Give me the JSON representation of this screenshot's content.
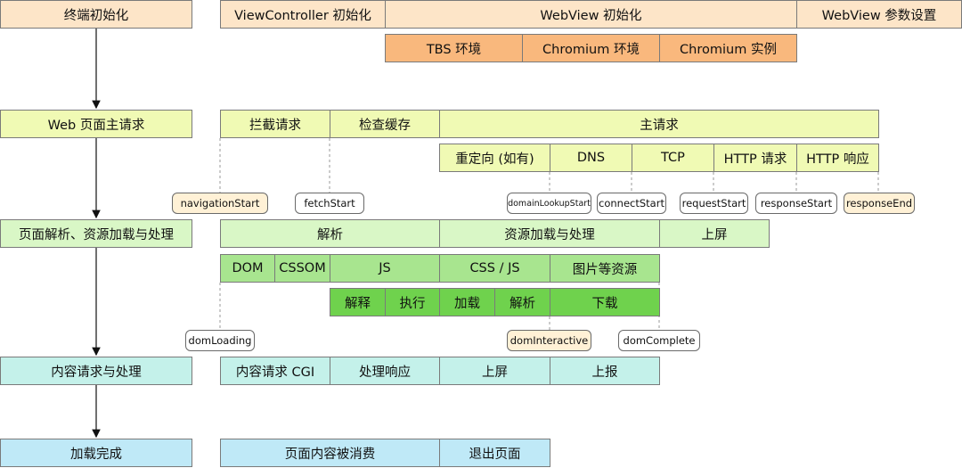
{
  "colors": {
    "orange": "#fde5c8",
    "orange_dark": "#f9b87d",
    "lime": "#f0fab4",
    "green_light": "#d9f7c6",
    "green_mid": "#a8e58f",
    "green_dark": "#6fd24d",
    "teal": "#c4f1ea",
    "blue": "#bfe9f7",
    "tag_highlight": "#fff1d6"
  },
  "left_steps": [
    "终端初始化",
    "Web 页面主请求",
    "页面解析、资源加载与处理",
    "内容请求与处理",
    "加载完成"
  ],
  "row_init": {
    "main": [
      "ViewController 初始化",
      "WebView 初始化",
      "WebView 参数设置"
    ],
    "sub": [
      "TBS 环境",
      "Chromium 环境",
      "Chromium 实例"
    ]
  },
  "row_request": {
    "main": [
      "拦截请求",
      "检查缓存",
      "主请求"
    ],
    "sub": [
      "重定向 (如有)",
      "DNS",
      "TCP",
      "HTTP 请求",
      "HTTP 响应"
    ],
    "tags": [
      "navigationStart",
      "fetchStart",
      "domainLookupStart",
      "connectStart",
      "requestStart",
      "responseStart",
      "responseEnd"
    ]
  },
  "row_parse": {
    "main": [
      "解析",
      "资源加载与处理",
      "上屏"
    ],
    "sub": [
      "DOM",
      "CSSOM",
      "JS",
      "CSS / JS",
      "图片等资源"
    ],
    "sub2": [
      "解释",
      "执行",
      "加载",
      "解析",
      "下载"
    ],
    "tags": [
      "domLoading",
      "domInteractive",
      "domComplete"
    ]
  },
  "row_content": {
    "main": [
      "内容请求 CGI",
      "处理响应",
      "上屏",
      "上报"
    ]
  },
  "row_done": {
    "main": [
      "页面内容被消费",
      "退出页面"
    ]
  }
}
